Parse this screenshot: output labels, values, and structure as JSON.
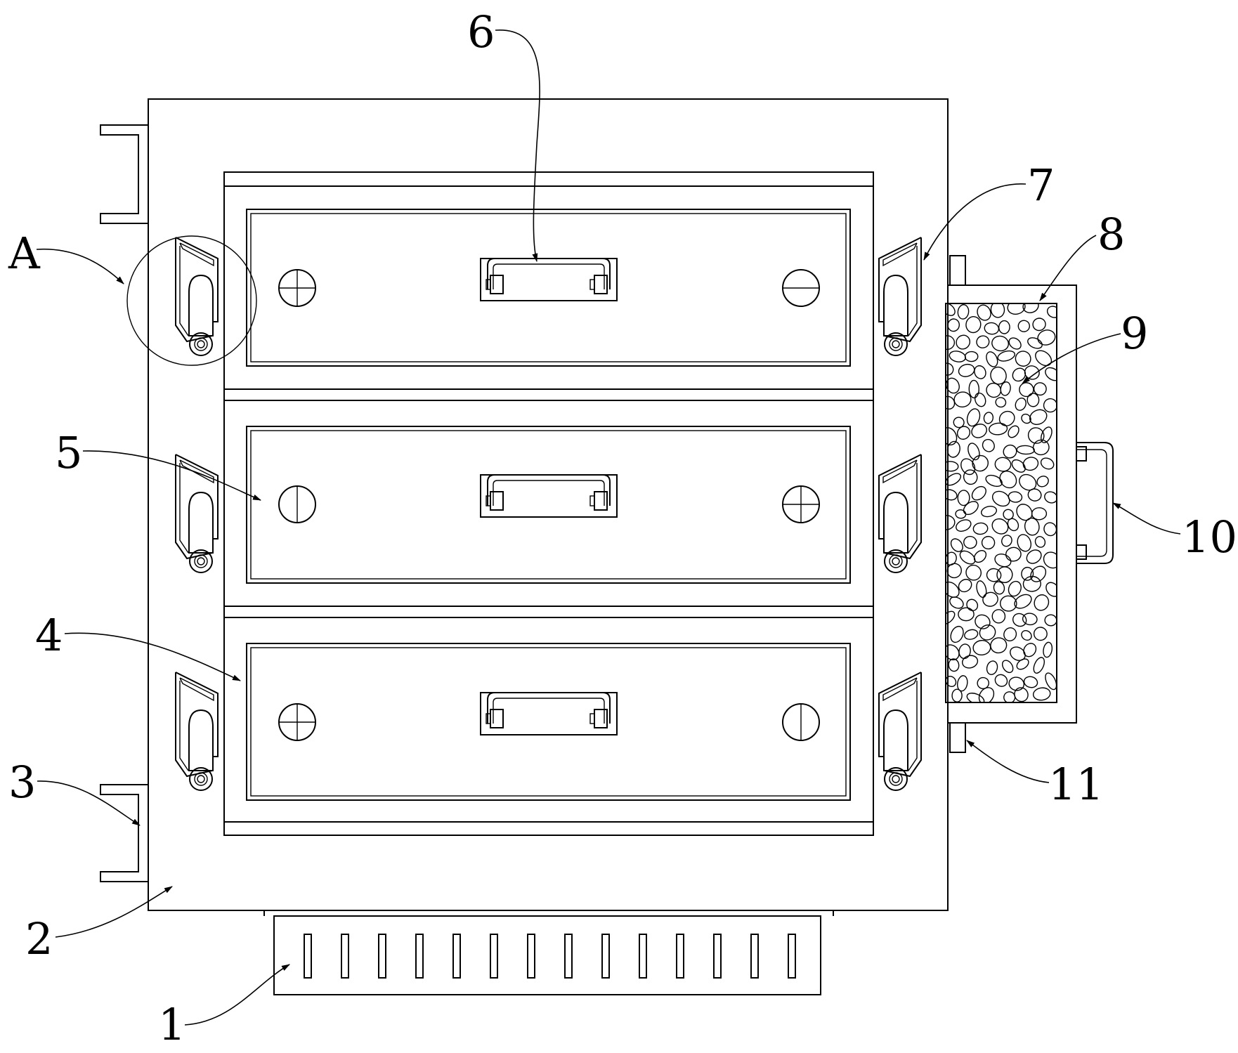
{
  "labels": {
    "l1": "1",
    "l2": "2",
    "l3": "3",
    "l4": "4",
    "l5": "5",
    "l6": "6",
    "l7": "7",
    "l8": "8",
    "l9": "9",
    "l10": "10",
    "l11": "11",
    "lA": "A"
  },
  "colors": {
    "line": "#000000",
    "background": "#ffffff"
  }
}
